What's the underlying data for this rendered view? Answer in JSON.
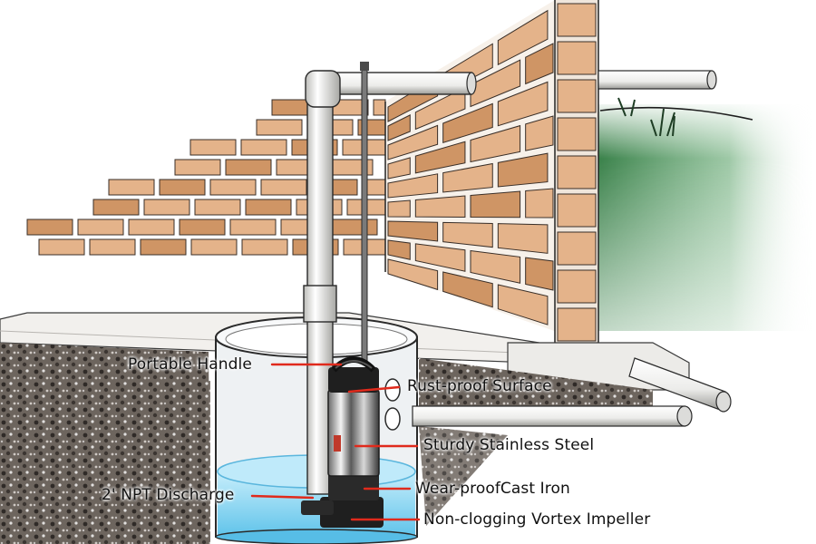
{
  "diagram": {
    "subject": "Submersible sump pump installed in a basement sump pit",
    "callouts": [
      {
        "id": "handle",
        "text": "Portable Handle"
      },
      {
        "id": "rust",
        "text": "Rust-proof Surface"
      },
      {
        "id": "steel",
        "text": "Sturdy Stainless Steel"
      },
      {
        "id": "discharge",
        "text": "2' NPT Discharge"
      },
      {
        "id": "castiron",
        "text": "Wear-proofCast Iron"
      },
      {
        "id": "impeller",
        "text": "Non-clogging Vortex Impeller"
      }
    ],
    "colors": {
      "leader_line": "#e02a1c",
      "brick": "#e4b38a",
      "brick_dark": "#cf9565",
      "mortar": "#f7f1ea",
      "pipe": "#f2f2f0",
      "pipe_shade": "#9a9a96",
      "water": "#8fd6f0",
      "soil": "#5e5650",
      "grass": "#3f8a4e"
    }
  }
}
